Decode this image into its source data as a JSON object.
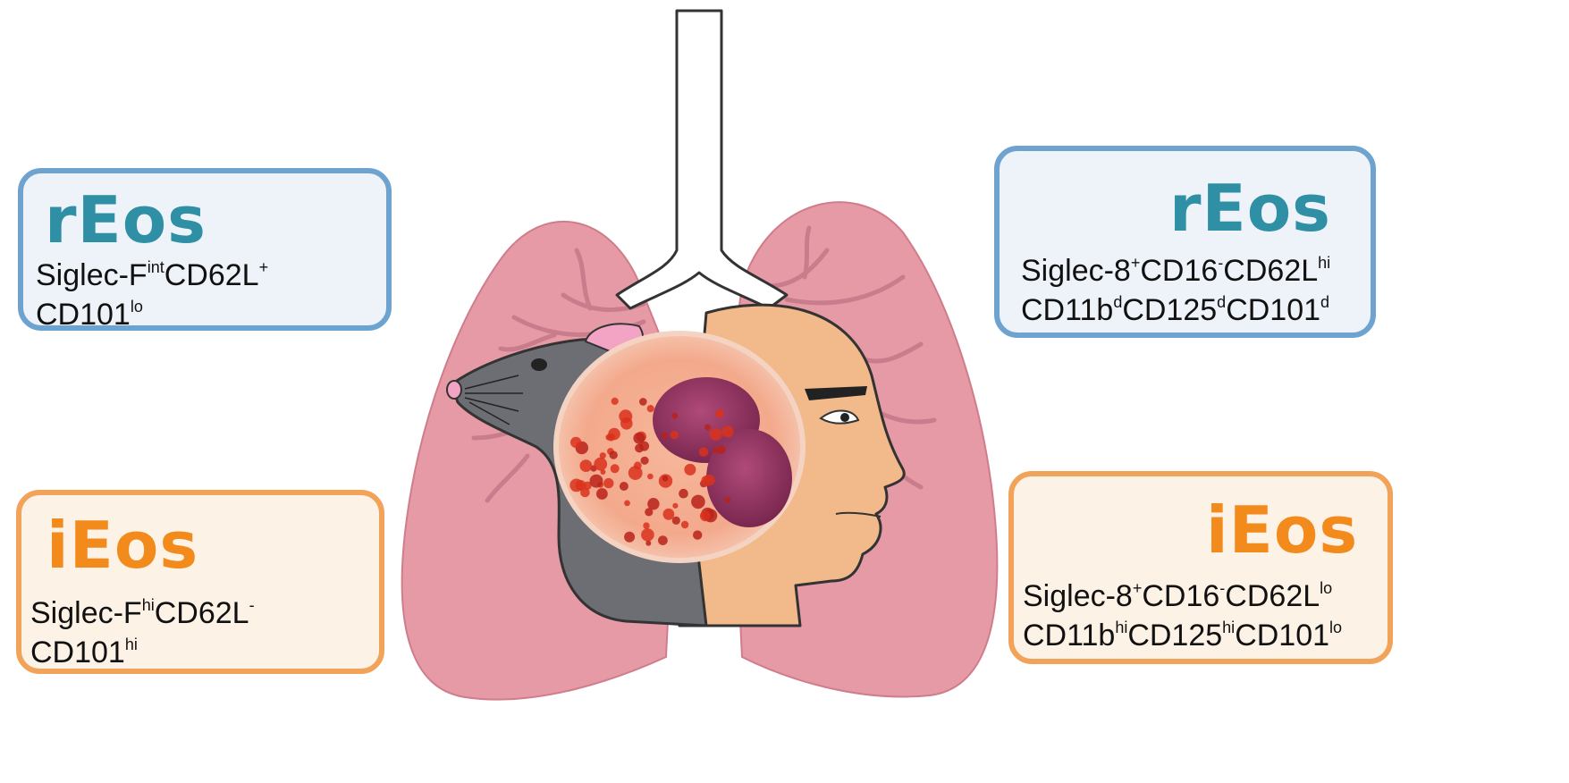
{
  "mouse": {
    "resident": {
      "title": "rEos",
      "line1": [
        {
          "t": "Siglec-F"
        },
        {
          "s": "int"
        },
        {
          "t": "CD62L"
        },
        {
          "s": "+"
        }
      ],
      "line2": [
        {
          "t": "CD101"
        },
        {
          "s": "lo"
        }
      ]
    },
    "inflammatory": {
      "title": "iEos",
      "line1": [
        {
          "t": "Siglec-F"
        },
        {
          "s": "hi"
        },
        {
          "t": "CD62L"
        },
        {
          "s": "-"
        }
      ],
      "line2": [
        {
          "t": "CD101"
        },
        {
          "s": "hi"
        }
      ]
    }
  },
  "human": {
    "resident": {
      "title": "rEos",
      "line1": [
        {
          "t": "Siglec-8"
        },
        {
          "s": "+"
        },
        {
          "t": "CD16"
        },
        {
          "s": "-"
        },
        {
          "t": "CD62L"
        },
        {
          "s": "hi"
        }
      ],
      "line2": [
        {
          "t": "CD11b"
        },
        {
          "s": "d"
        },
        {
          "t": "CD125"
        },
        {
          "s": "d"
        },
        {
          "t": "CD101"
        },
        {
          "s": "d"
        }
      ]
    },
    "inflammatory": {
      "title": "iEos",
      "line1": [
        {
          "t": "Siglec-8"
        },
        {
          "s": "+"
        },
        {
          "t": "CD16"
        },
        {
          "s": "-"
        },
        {
          "t": "CD62L"
        },
        {
          "s": "lo"
        }
      ],
      "line2": [
        {
          "t": "CD11b"
        },
        {
          "s": "hi"
        },
        {
          "t": "CD125"
        },
        {
          "s": "hi"
        },
        {
          "t": "CD101"
        },
        {
          "s": "lo"
        }
      ]
    }
  },
  "colors": {
    "resident_accent": "#2e8fa5",
    "resident_border": "#6fa3cf",
    "inflammatory_accent": "#f28a1c",
    "inflammatory_border": "#f2a35a",
    "lung": "#e59aa6"
  },
  "illustration": {
    "elements": [
      "lungs",
      "trachea",
      "mouse-head",
      "human-head",
      "eosinophil-cell"
    ]
  }
}
